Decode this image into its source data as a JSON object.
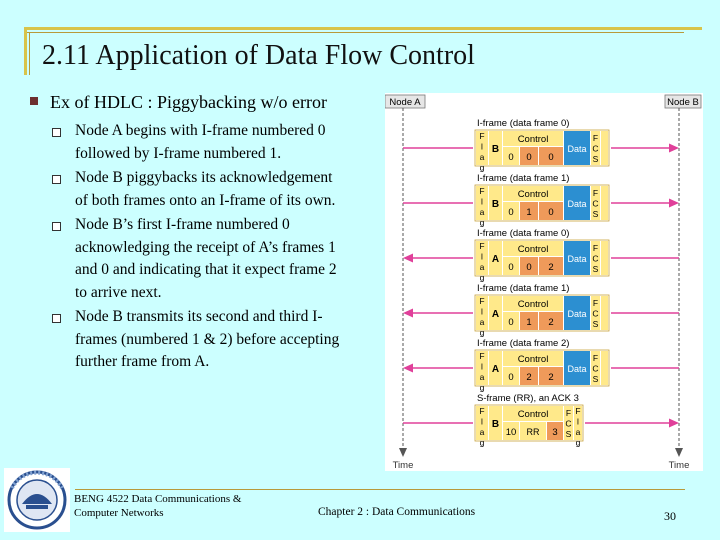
{
  "slide": {
    "title": "2.11 Application of Data Flow Control",
    "heading": "Ex of HDLC : Piggybacking w/o error",
    "points": [
      {
        "lines": [
          "Node A begins with I-frame numbered 0",
          "followed by I-frame numbered 1."
        ]
      },
      {
        "lines": [
          "Node B piggybacks its acknowledgement",
          "of both frames onto an I-frame of its own."
        ]
      },
      {
        "lines": [
          "Node B’s first I-frame numbered 0",
          "acknowledging the receipt of A’s frames 1",
          "and 0 and indicating that it expect frame 2",
          "to arrive next."
        ]
      },
      {
        "lines": [
          "Node B transmits its second and third I-",
          "frames (numbered 1 & 2) before accepting",
          "further frame from A."
        ]
      }
    ]
  },
  "figure": {
    "node_a": "Node A",
    "node_b": "Node B",
    "time_label": "Time",
    "control_label": "Control",
    "data_label": "Data",
    "flag_label": "F l a g",
    "fcs_label": "F C S",
    "frames": [
      {
        "caption": "I-frame (data frame 0)",
        "address": "B",
        "ns": "0",
        "nr": "0",
        "direction": "A-to-B"
      },
      {
        "caption": "I-frame (data frame 1)",
        "address": "B",
        "ns": "1",
        "nr": "0",
        "direction": "A-to-B"
      },
      {
        "caption": "I-frame (data frame 0)",
        "address": "A",
        "ns": "0",
        "nr": "2",
        "direction": "B-to-A"
      },
      {
        "caption": "I-frame (data frame 1)",
        "address": "A",
        "ns": "1",
        "nr": "2",
        "direction": "B-to-A"
      },
      {
        "caption": "I-frame (data frame 2)",
        "address": "A",
        "ns": "2",
        "nr": "2",
        "direction": "B-to-A"
      }
    ],
    "sframe": {
      "caption": "S-frame (RR), an ACK 3",
      "address": "B",
      "type_bits": "10",
      "code": "RR",
      "nr": "3",
      "direction": "A-to-B"
    },
    "colors": {
      "flag": "#ffe98a",
      "control": "#ffe98a",
      "ns": "#ef9a5a",
      "nr": "#ef9a5a",
      "data": "#2c8fd1",
      "arrow": "#e0409a"
    }
  },
  "footer": {
    "course": [
      "BENG 4522 Data Communications &",
      "Computer Networks"
    ],
    "chapter": "Chapter 2 : Data Communications",
    "page": "30"
  }
}
